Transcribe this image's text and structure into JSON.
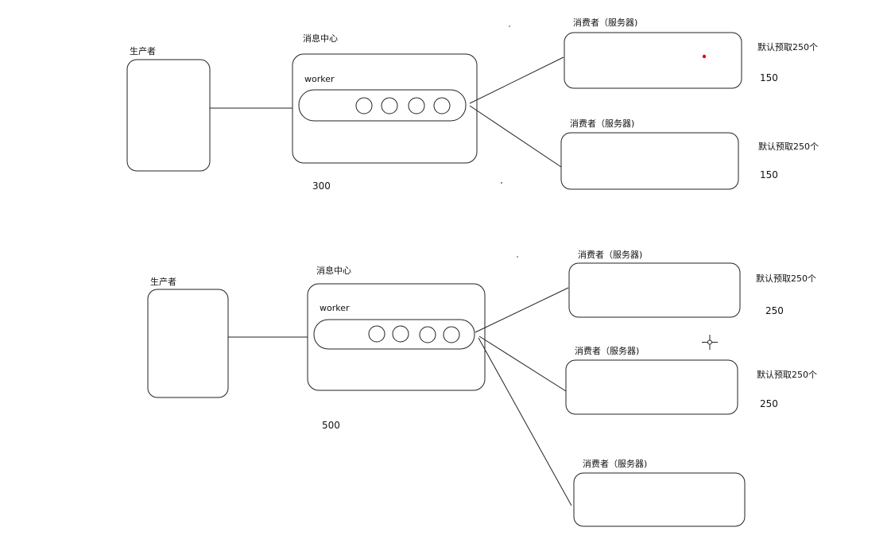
{
  "diagrams": [
    {
      "producer_label": "生产者",
      "center_label": "消息中心",
      "worker_label": "worker",
      "total": "300",
      "consumers": [
        {
          "label": "消费者（服务器)",
          "prefetch": "默认预取250个",
          "count": "150"
        },
        {
          "label": "消费者（服务器)",
          "prefetch": "默认预取250个",
          "count": "150"
        }
      ]
    },
    {
      "producer_label": "生产者",
      "center_label": "消息中心",
      "worker_label": "worker",
      "total": "500",
      "consumers": [
        {
          "label": "消费者（服务器)",
          "prefetch": "默认预取250个",
          "count": "250"
        },
        {
          "label": "消费者（服务器)",
          "prefetch": "默认预取250个",
          "count": "250"
        },
        {
          "label": "消费者（服务器)"
        }
      ]
    }
  ],
  "colors": {
    "stroke": "#222222",
    "text": "#111111",
    "marker_dot": "#e60000"
  },
  "icons": {
    "cursor": "crosshair-cursor-icon"
  }
}
